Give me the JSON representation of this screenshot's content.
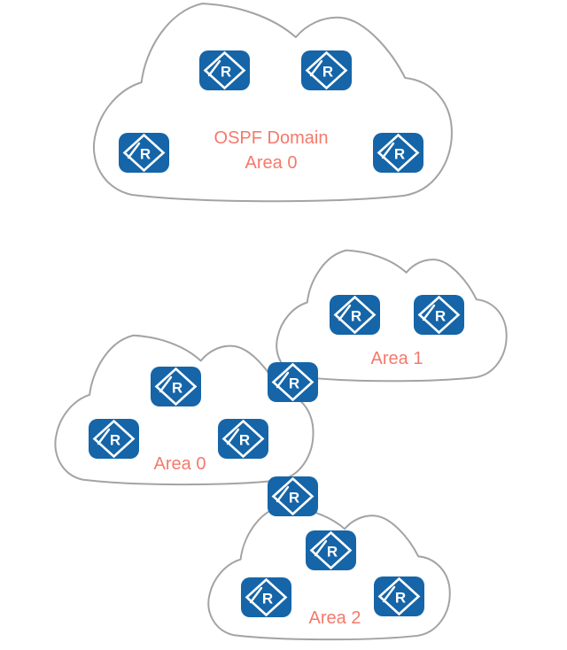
{
  "diagram": {
    "backbone_cloud": {
      "label_line1": "OSPF Domain",
      "label_line2": "Area 0"
    },
    "area1_cloud": {
      "label": "Area 1"
    },
    "area0_cloud": {
      "label": "Area 0"
    },
    "area2_cloud": {
      "label": "Area 2"
    }
  },
  "icons": {
    "router_glyph": "R"
  },
  "colors": {
    "router_blue": "#1565A8",
    "cloud_stroke": "#A3A3A3",
    "cloud_fill": "#FFFFFF",
    "label_color": "#F4796B",
    "page_bg": "#FFFFFF"
  }
}
